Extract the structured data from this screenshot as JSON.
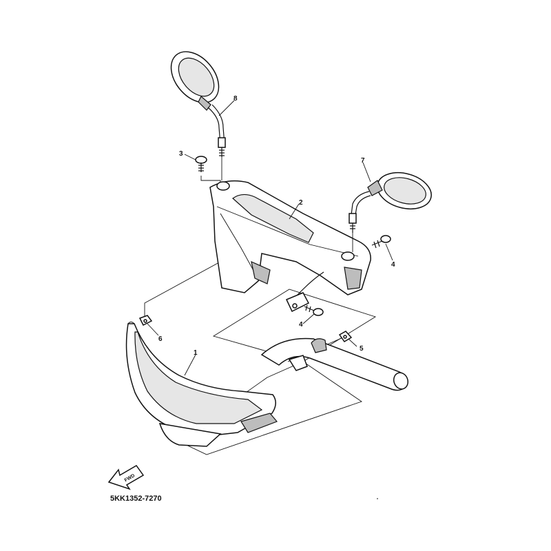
{
  "diagram": {
    "part_code": "5KK1352-7270",
    "fwd_label": "FWD",
    "callouts": [
      "1",
      "2",
      "3",
      "4",
      "4",
      "5",
      "6",
      "7",
      "8"
    ]
  }
}
